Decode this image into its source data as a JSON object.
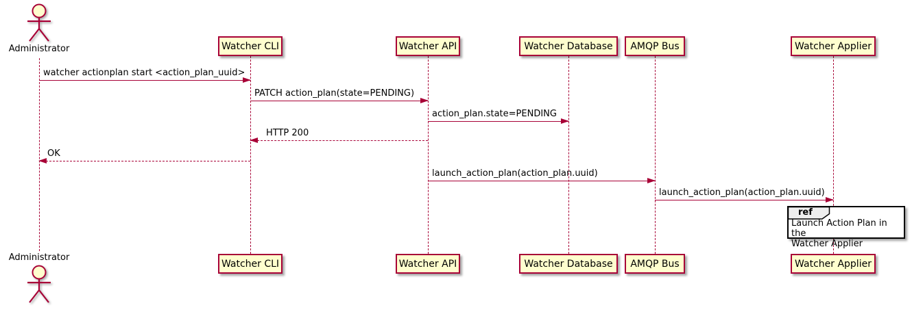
{
  "diagram": {
    "type": "uml-sequence",
    "colors": {
      "participant_fill": "#FEFECE",
      "accent_border": "#A80036",
      "arrow": "#A80036",
      "text": "#000000",
      "ref_tab_fill": "#EEEEEE",
      "ref_border": "#000000",
      "background": "#FFFFFF"
    }
  },
  "actor": {
    "label": "Administrator"
  },
  "participants": [
    {
      "id": "watcher-cli",
      "label": "Watcher CLI"
    },
    {
      "id": "watcher-api",
      "label": "Watcher API"
    },
    {
      "id": "watcher-database",
      "label": "Watcher Database"
    },
    {
      "id": "amqp-bus",
      "label": "AMQP Bus"
    },
    {
      "id": "watcher-applier",
      "label": "Watcher Applier"
    }
  ],
  "messages": [
    {
      "from": "Administrator",
      "to": "Watcher CLI",
      "style": "solid",
      "text": "watcher actionplan start <action_plan_uuid>"
    },
    {
      "from": "Watcher CLI",
      "to": "Watcher API",
      "style": "solid",
      "text": "PATCH action_plan(state=PENDING)"
    },
    {
      "from": "Watcher API",
      "to": "Watcher Database",
      "style": "solid",
      "text": "action_plan.state=PENDING"
    },
    {
      "from": "Watcher API",
      "to": "Watcher CLI",
      "style": "dashed-return",
      "text": "HTTP 200"
    },
    {
      "from": "Watcher CLI",
      "to": "Administrator",
      "style": "dashed-return",
      "text": "OK"
    },
    {
      "from": "Watcher API",
      "to": "AMQP Bus",
      "style": "solid",
      "text": "launch_action_plan(action_plan.uuid)"
    },
    {
      "from": "AMQP Bus",
      "to": "Watcher Applier",
      "style": "solid",
      "text": "launch_action_plan(action_plan.uuid)"
    }
  ],
  "ref": {
    "keyword": "ref",
    "text": "Launch Action Plan in the\nWatcher Applier"
  }
}
